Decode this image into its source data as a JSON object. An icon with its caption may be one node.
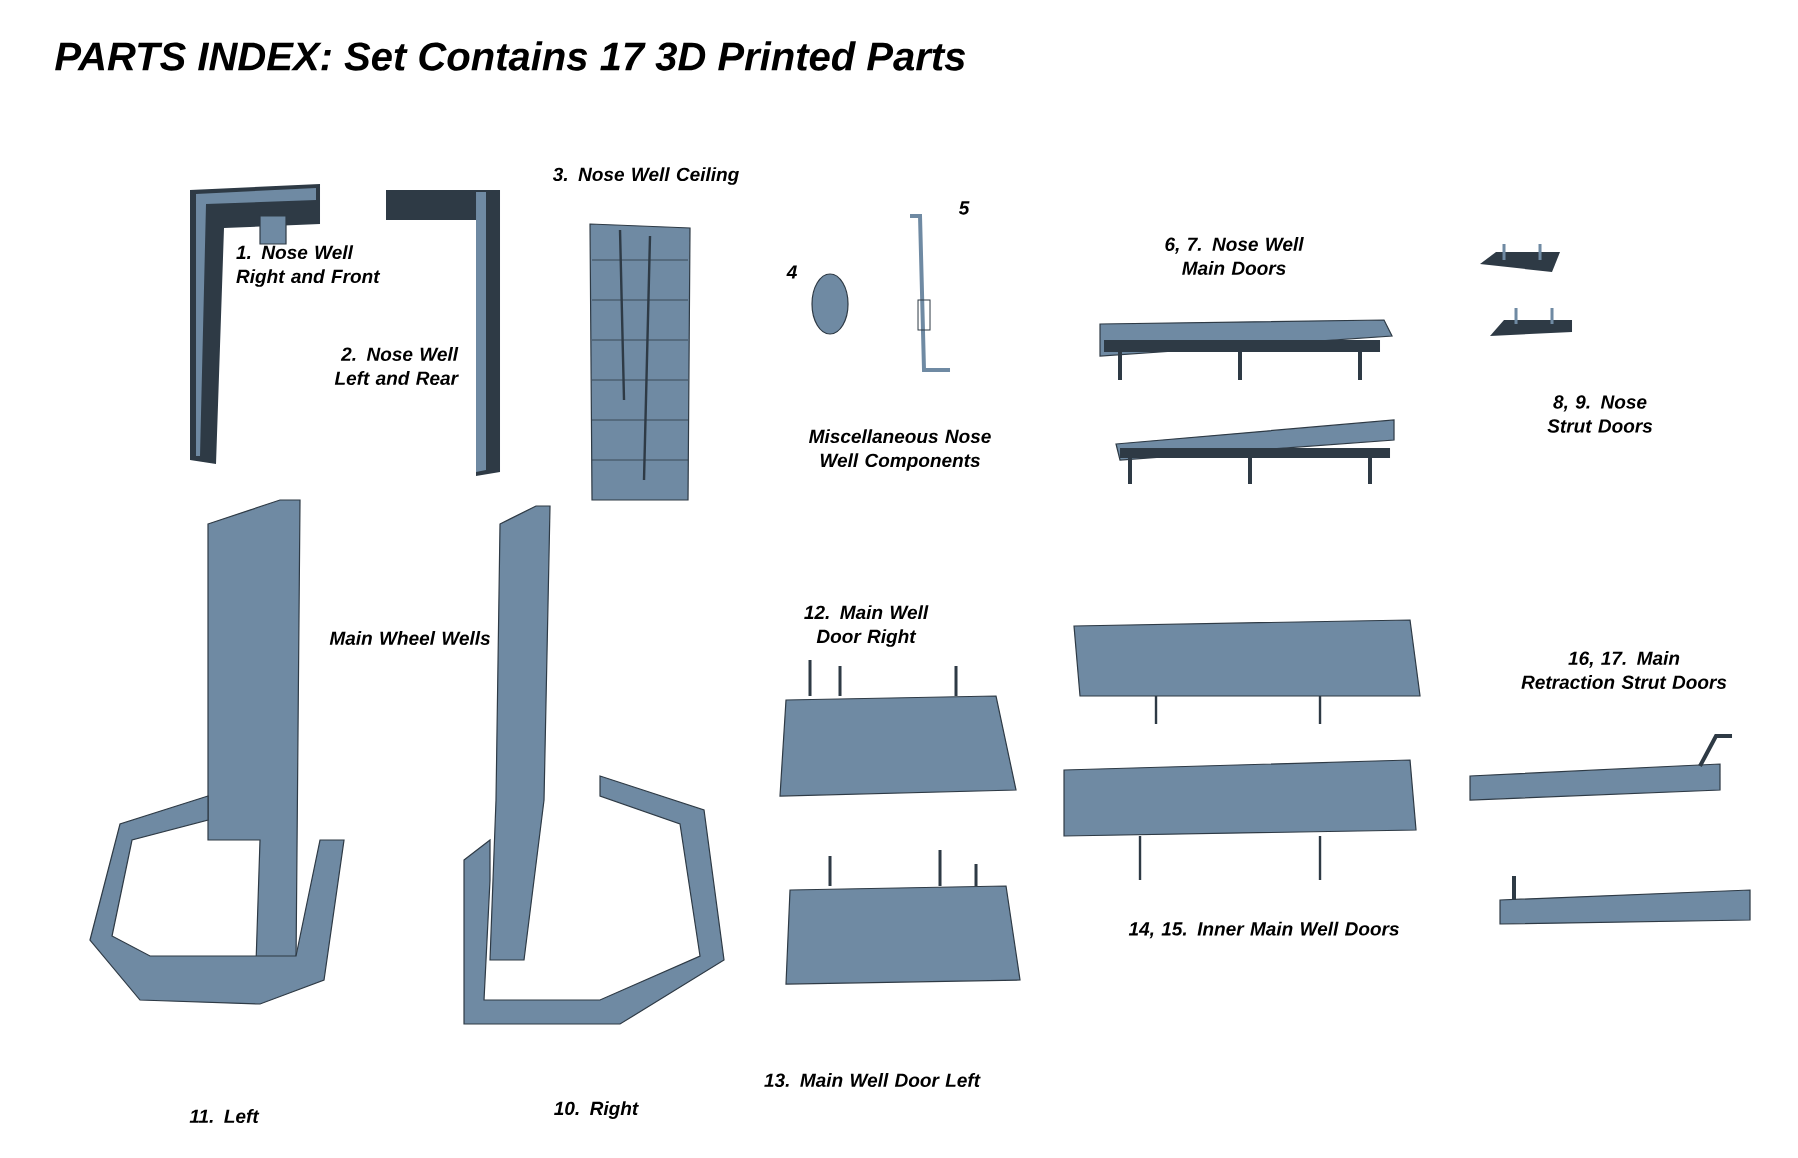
{
  "diagram": {
    "title": "PARTS INDEX: Set Contains 17 3D Printed Parts",
    "labels": [
      "1. Nose Well Right and Front",
      "2. Nose Well Left and Rear",
      "3. Nose Well Ceiling",
      "4",
      "5",
      "Miscellaneous Nose Well Components",
      "6, 7. Nose Well Main Doors",
      "8, 9. Nose Strut Doors",
      "Main Wheel Wells",
      "12. Main Well Door Right",
      "16, 17. Main Retraction Strut Doors",
      "14, 15. Inner Main Well Doors",
      "13. Main Well Door Left",
      "11. Left",
      "10. Right"
    ]
  }
}
